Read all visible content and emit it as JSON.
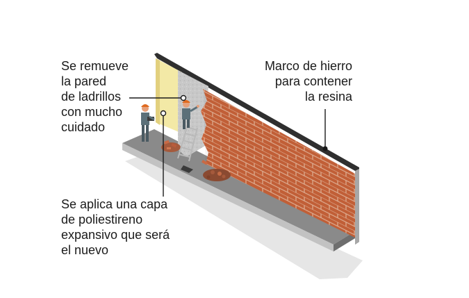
{
  "annotations": {
    "remove_wall": "Se remueve\nla pared\nde ladrillos\ncon mucho\ncuidado",
    "iron_frame": "Marco de hierro\npara contener\nla resina",
    "foam_layer": "Se aplica una capa\nde poliestireno\nexpansivo que será\nel nuevo"
  },
  "colors": {
    "brick": "#c9633a",
    "mortar": "#e9b89c",
    "foam": "#f3e9a6",
    "iron_frame": "#333333",
    "floor": "#8b8b8b",
    "shadow": "#e6e6e6",
    "worker_shirt": "#5b7079",
    "helmet": "#e06a1f"
  },
  "icons": [
    "worker-figure",
    "ladder-icon",
    "brick-rubble-icon",
    "bucket-icon"
  ]
}
